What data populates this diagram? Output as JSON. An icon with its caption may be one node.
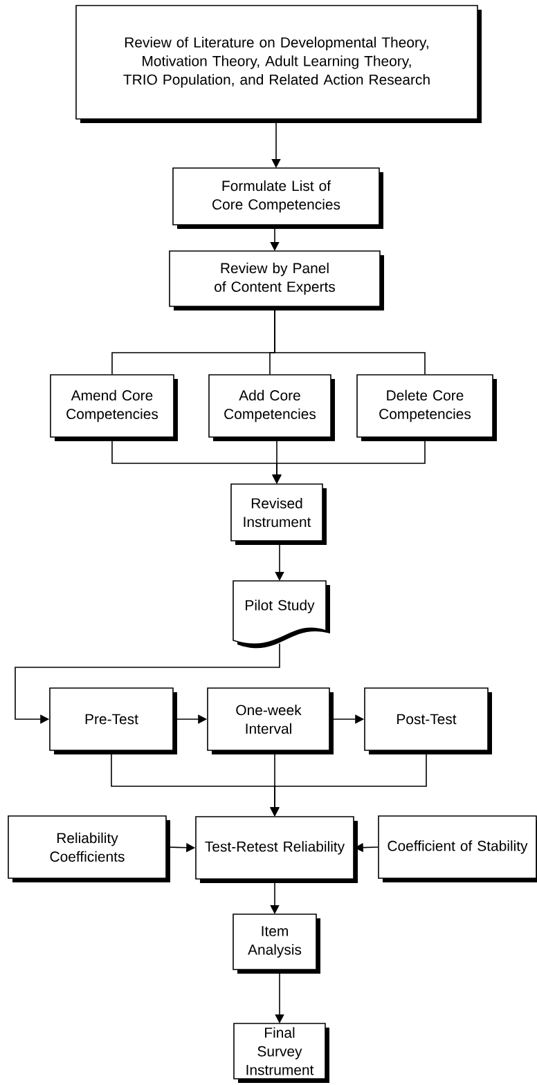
{
  "diagram": {
    "nodes": [
      {
        "text": [
          "Review of Literature on Developmental Theory, Motivation Theory, Adult Learning Theory, TRIO Population, and Related Action Research"
        ]
      },
      {
        "text": [
          "Formulate List of Core Competencies"
        ]
      },
      {
        "text": [
          "Review by Panel of Content Experts"
        ]
      },
      {
        "text": [
          "Amend Core Competencies"
        ]
      },
      {
        "text": [
          "Add Core Competencies"
        ]
      },
      {
        "text": [
          "Delete Core Competencies"
        ]
      },
      {
        "text": [
          "Revised Instrument"
        ]
      },
      {
        "text": [
          "Pilot Study"
        ]
      },
      {
        "text": [
          "Pre-Test"
        ]
      },
      {
        "text": [
          "One-week Interval"
        ]
      },
      {
        "text": [
          "Post-Test"
        ]
      },
      {
        "text": [
          "Reliability Coefficients"
        ]
      },
      {
        "text": [
          "Test-Retest Reliability"
        ]
      },
      {
        "text": [
          "Coefficient of Stability"
        ]
      },
      {
        "text": [
          "Item Analysis"
        ]
      },
      {
        "text": [
          "Final Survey Instrument"
        ]
      }
    ],
    "edges": [
      {
        "from": 0,
        "to": 1,
        "arrow": "to"
      },
      {
        "from": 1,
        "to": 2,
        "arrow": "to"
      },
      {
        "from": 2,
        "to": 3,
        "arrow": "none"
      },
      {
        "from": 2,
        "to": 4,
        "arrow": "none"
      },
      {
        "from": 2,
        "to": 5,
        "arrow": "none"
      },
      {
        "from": 3,
        "to": 6,
        "arrow": "to"
      },
      {
        "from": 4,
        "to": 6,
        "arrow": "to"
      },
      {
        "from": 5,
        "to": 6,
        "arrow": "to"
      },
      {
        "from": 6,
        "to": 7,
        "arrow": "to"
      },
      {
        "from": 7,
        "to": 8,
        "arrow": "to"
      },
      {
        "from": 8,
        "to": 9,
        "arrow": "to"
      },
      {
        "from": 9,
        "to": 10,
        "arrow": "to"
      },
      {
        "from": 8,
        "to": 12,
        "arrow": "to"
      },
      {
        "from": 9,
        "to": 12,
        "arrow": "to"
      },
      {
        "from": 10,
        "to": 12,
        "arrow": "to"
      },
      {
        "from": 11,
        "to": 12,
        "arrow": "to"
      },
      {
        "from": 13,
        "to": 12,
        "arrow": "to"
      },
      {
        "from": 12,
        "to": 14,
        "arrow": "to"
      },
      {
        "from": 14,
        "to": 15,
        "arrow": "to"
      }
    ]
  }
}
